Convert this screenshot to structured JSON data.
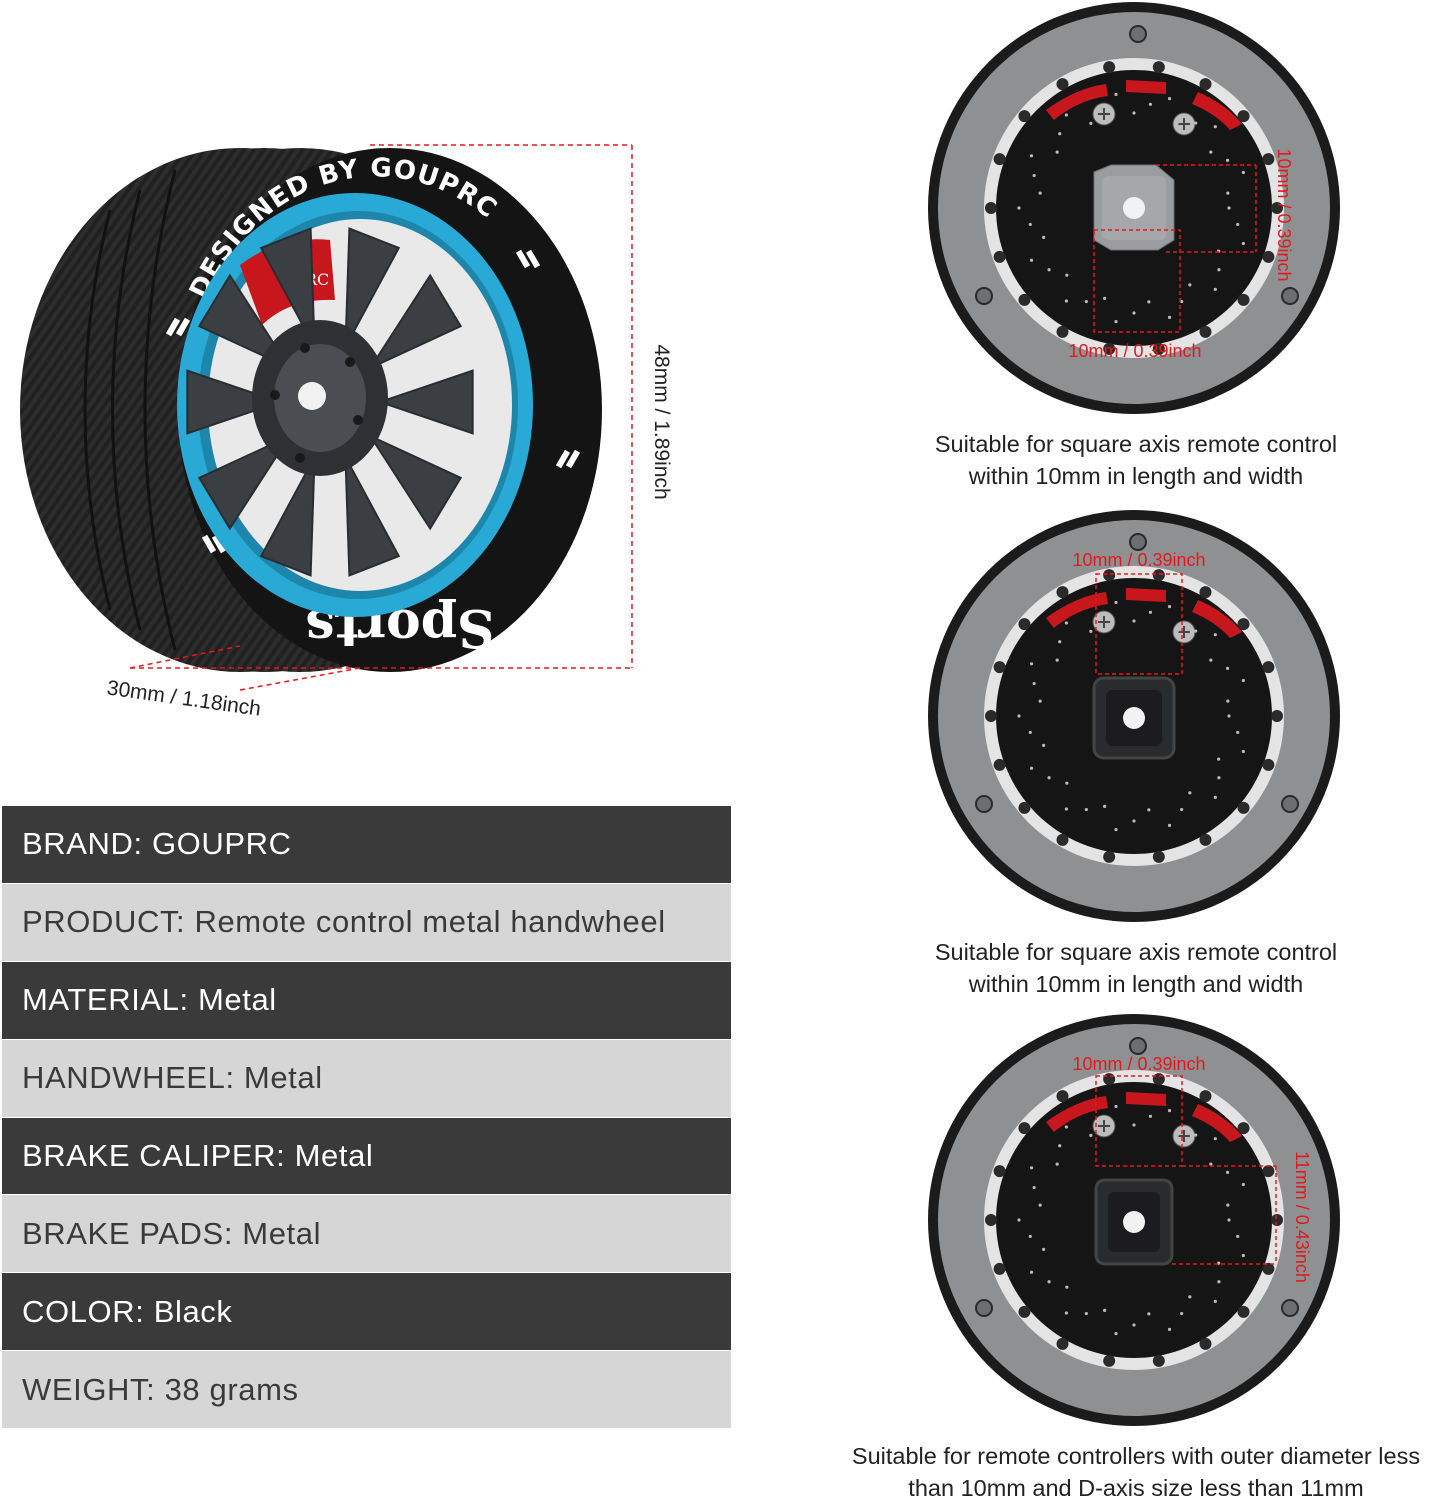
{
  "wheel": {
    "sidewall_text": "DESIGNED BY GOUPRC",
    "lower_text": "Sports",
    "caliper_logo": "RC",
    "height_label": "48mm / 1.89inch",
    "width_label": "30mm / 1.18inch",
    "colors": {
      "rim": "#29a9d6",
      "tire": "#1a1a1a",
      "caliper": "#c8161d",
      "spokes": "#3b3e42"
    }
  },
  "specs": [
    {
      "key": "BRAND:",
      "value": "GOUPRC",
      "style": "dark"
    },
    {
      "key": "PRODUCT:",
      "value": "Remote control metal handwheel",
      "style": "light"
    },
    {
      "key": "MATERIAL:",
      "value": "Metal",
      "style": "dark"
    },
    {
      "key": "HANDWHEEL:",
      "value": "Metal",
      "style": "light"
    },
    {
      "key": "BRAKE CALIPER:",
      "value": "Metal",
      "style": "dark"
    },
    {
      "key": "BRAKE PADS:",
      "value": "Metal",
      "style": "light"
    },
    {
      "key": "COLOR:",
      "value": "Black",
      "style": "dark"
    },
    {
      "key": "WEIGHT:",
      "value": "38 grams",
      "style": "light"
    }
  ],
  "panels": [
    {
      "dim_bottom": "10mm / 0.39inch",
      "dim_right": "10mm / 0.39inch",
      "caption_line1": "Suitable for square axis remote control",
      "caption_line2": "within 10mm in length and width"
    },
    {
      "dim_top": "10mm / 0.39inch",
      "caption_line1": "Suitable for square axis remote control",
      "caption_line2": "within 10mm in length and width"
    },
    {
      "dim_top": "10mm / 0.39inch",
      "dim_right": "11mm / 0.43inch",
      "caption_line1": "Suitable for remote controllers with outer diameter less",
      "caption_line2": "than 10mm and D-axis size less than 11mm"
    }
  ]
}
